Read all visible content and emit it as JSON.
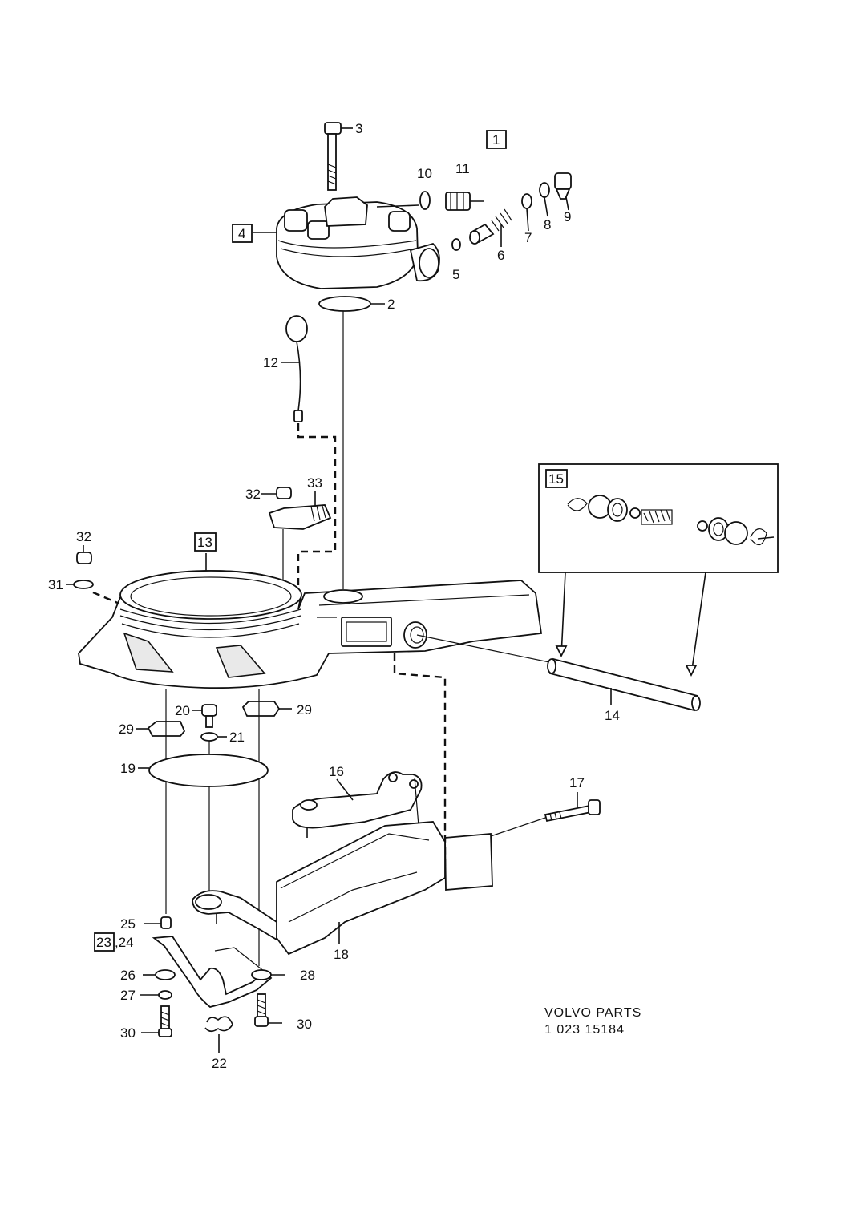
{
  "callouts": {
    "c1": "1",
    "c2": "2",
    "c3": "3",
    "c4": "4",
    "c5": "5",
    "c6": "6",
    "c7": "7",
    "c8": "8",
    "c9": "9",
    "c10": "10",
    "c11": "11",
    "c12": "12",
    "c13": "13",
    "c14": "14",
    "c15": "15",
    "c16": "16",
    "c17": "17",
    "c18": "18",
    "c19": "19",
    "c20": "20",
    "c21": "21",
    "c22": "22",
    "c23": "23",
    "c24": ",24",
    "c25": "25",
    "c26": "26",
    "c27": "27",
    "c28": "28",
    "c29a": "29",
    "c29b": "29",
    "c30a": "30",
    "c30b": "30",
    "c31": "31",
    "c32a": "32",
    "c32b": "32",
    "c33": "33"
  },
  "footer": {
    "line1": "VOLVO  PARTS",
    "line2": "1  023    15184"
  }
}
